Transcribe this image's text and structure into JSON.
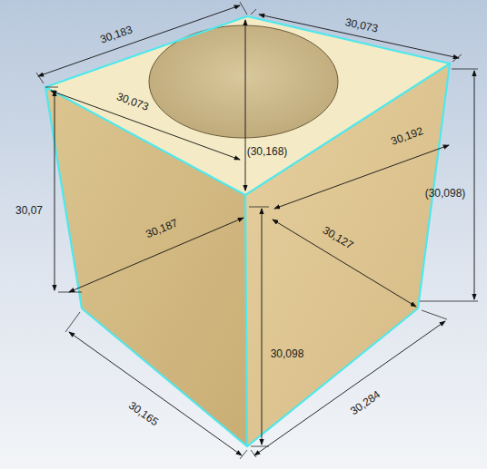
{
  "diagram": {
    "labels": [
      "30,183",
      "30,073",
      "30,073",
      "(30,168)",
      "30,192",
      "30,07",
      "30,187",
      "30,127",
      "(30,098)",
      "30,098",
      "30,165",
      "30,284"
    ]
  }
}
